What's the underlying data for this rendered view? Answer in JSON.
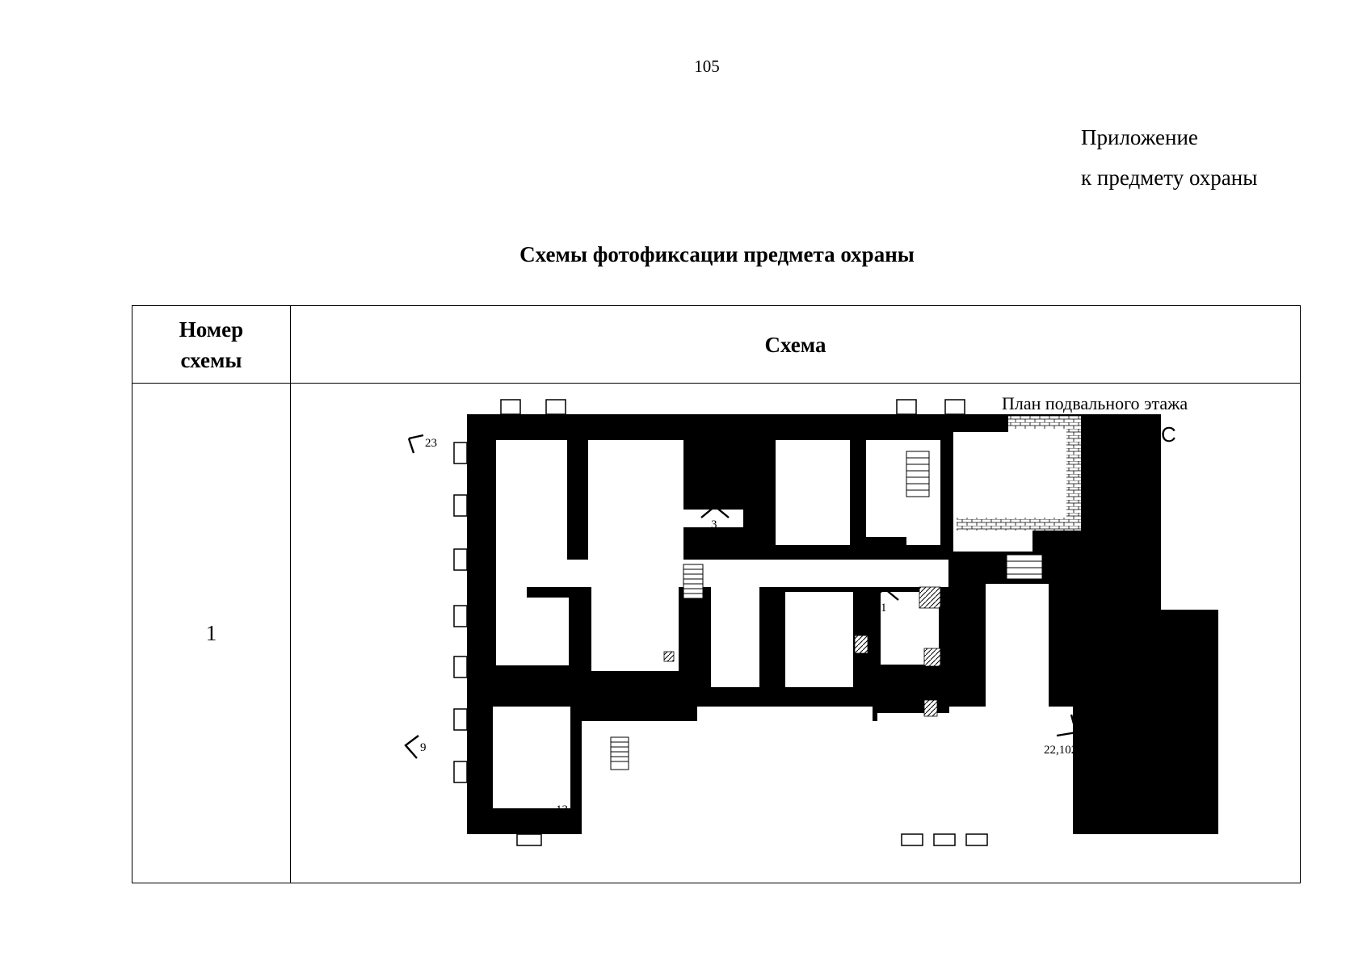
{
  "page": {
    "number": "105"
  },
  "appendix": {
    "line1": "Приложение",
    "line2": "к предмету охраны"
  },
  "title": "Схемы фотофиксации предмета охраны",
  "table": {
    "headers": {
      "number": "Номер\nсхемы",
      "scheme": "Схема"
    },
    "rows": [
      {
        "number": "1",
        "plan_title": "План подвального этажа",
        "north": "С",
        "markers": [
          "23",
          "3",
          "1",
          "22,102",
          "9",
          "13"
        ]
      }
    ]
  }
}
